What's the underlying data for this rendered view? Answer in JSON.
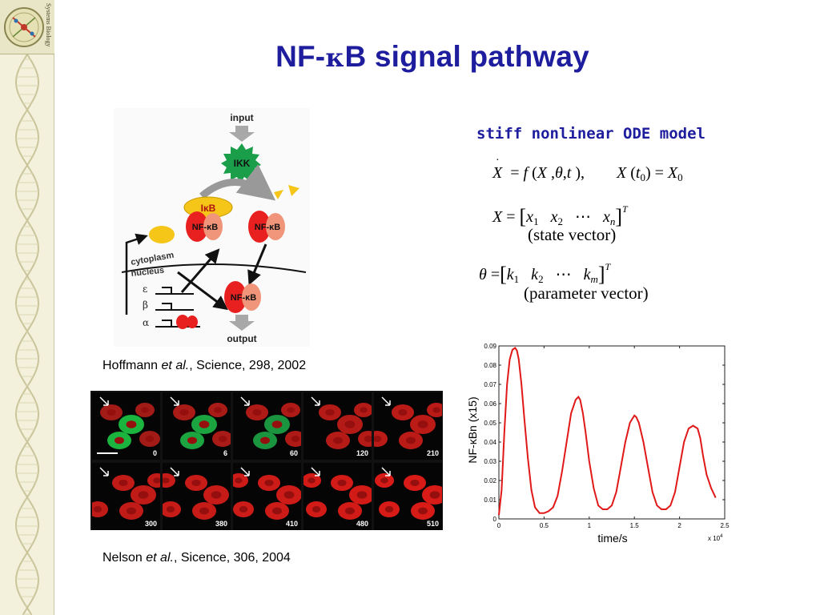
{
  "title": {
    "prefix": "NF-",
    "kappa": "κ",
    "suffix": "B signal pathway"
  },
  "logo": {
    "text_line1": "Systems",
    "text_line2": "Biology"
  },
  "diagram": {
    "input_label": "input",
    "ikk_label": "IKK",
    "ikb_label": "IκB",
    "nfkb_label": "NF-κB",
    "cytoplasm_label": "cytoplasm",
    "nucleus_label": "nucleus",
    "gene_labels": [
      "ε",
      "β",
      "α"
    ],
    "output_label": "output"
  },
  "captions": {
    "hoffmann": {
      "author": "Hoffmann ",
      "etal": "et al.",
      "rest": ", Science, 298, 2002"
    },
    "nelson": {
      "author": "Nelson ",
      "etal": "et al.",
      "rest": ", Sicence, 306, 2004"
    }
  },
  "micrographs": {
    "time_labels": [
      "0",
      "6",
      "60",
      "120",
      "210",
      "300",
      "380",
      "410",
      "480",
      "510"
    ]
  },
  "model": {
    "heading": "stiff nonlinear ODE model",
    "state_note": "(state vector)",
    "parameter_note": "(parameter vector)"
  },
  "colors": {
    "title_blue": "#1d1d9e",
    "curve_red": "#e01818",
    "ikk_green": "#1a9e4a",
    "ikb_yellow": "#f5c518",
    "nfkb_red": "#e8201f",
    "nfkb_salmon": "#f0957a"
  },
  "chart_data": {
    "type": "line",
    "title": "",
    "xlabel": "time/s",
    "ylabel": "NF-κBn (x15)",
    "x_multiplier_label": "x 10",
    "x_multiplier_exp": "4",
    "xlim": [
      0,
      2.5
    ],
    "ylim": [
      0,
      0.09
    ],
    "xticks": [
      "0",
      "0.5",
      "1",
      "1.5",
      "2",
      "2.5"
    ],
    "yticks": [
      "0",
      "0.01",
      "0.02",
      "0.03",
      "0.04",
      "0.05",
      "0.06",
      "0.07",
      "0.08",
      "0.09"
    ],
    "grid": false,
    "series": [
      {
        "x": [
          0,
          0.03,
          0.06,
          0.09,
          0.12,
          0.15,
          0.18,
          0.2,
          0.22,
          0.25,
          0.28,
          0.32,
          0.36,
          0.4,
          0.45,
          0.5,
          0.55,
          0.6,
          0.65,
          0.7,
          0.75,
          0.8,
          0.85,
          0.88,
          0.9,
          0.93,
          0.96,
          1.0,
          1.05,
          1.1,
          1.15,
          1.2,
          1.25,
          1.3,
          1.35,
          1.4,
          1.45,
          1.5,
          1.52,
          1.55,
          1.6,
          1.65,
          1.7,
          1.75,
          1.8,
          1.85,
          1.9,
          1.95,
          2.0,
          2.05,
          2.1,
          2.15,
          2.2,
          2.23,
          2.26,
          2.3,
          2.35,
          2.4
        ],
        "y": [
          0.002,
          0.015,
          0.045,
          0.07,
          0.083,
          0.088,
          0.089,
          0.0875,
          0.083,
          0.07,
          0.053,
          0.032,
          0.015,
          0.006,
          0.003,
          0.003,
          0.004,
          0.006,
          0.012,
          0.025,
          0.04,
          0.055,
          0.062,
          0.0635,
          0.062,
          0.055,
          0.045,
          0.03,
          0.016,
          0.007,
          0.005,
          0.005,
          0.007,
          0.014,
          0.027,
          0.04,
          0.05,
          0.0538,
          0.053,
          0.05,
          0.04,
          0.027,
          0.014,
          0.007,
          0.005,
          0.005,
          0.007,
          0.014,
          0.027,
          0.04,
          0.047,
          0.0485,
          0.047,
          0.042,
          0.033,
          0.023,
          0.016,
          0.011
        ]
      }
    ]
  }
}
